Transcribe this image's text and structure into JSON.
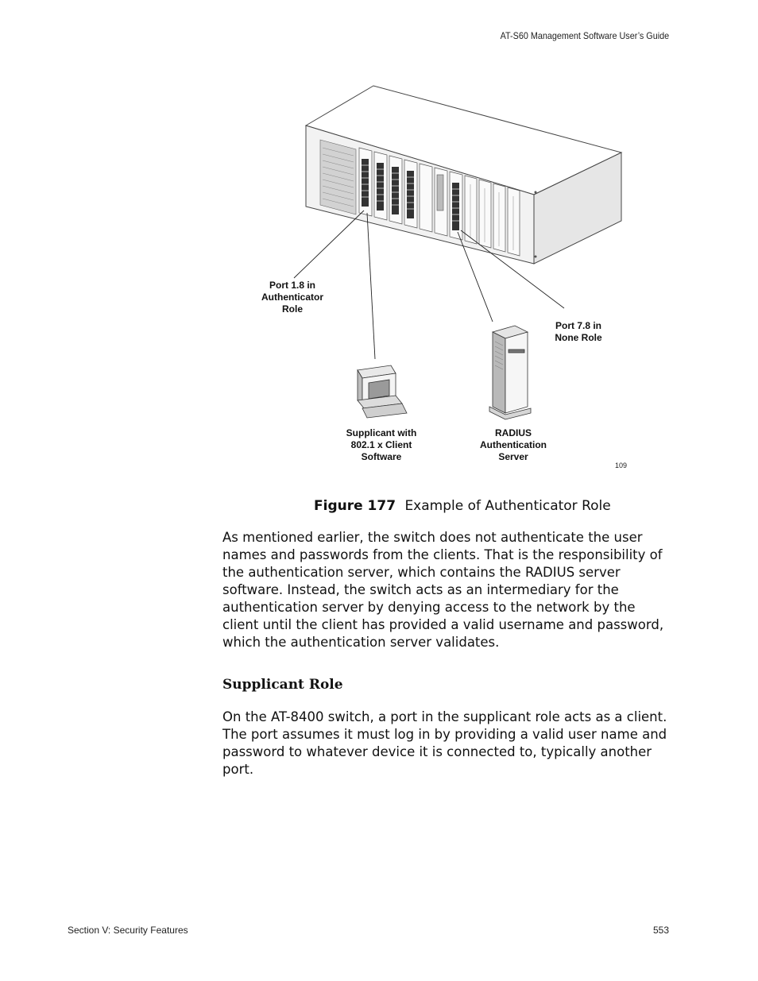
{
  "header": {
    "title": "AT-S60 Management Software User’s Guide"
  },
  "figure": {
    "labels": {
      "port_1_8": "Port 1.8 in\nAuthenticator\nRole",
      "port_7_8": "Port 7.8 in\nNone Role",
      "supplicant": "Supplicant with\n802.1 x Client\nSoftware",
      "radius": "RADIUS\nAuthentication\nServer"
    },
    "figure_id": "109",
    "caption_number": "Figure 177",
    "caption_text": "Example of Authenticator Role"
  },
  "body": {
    "paragraph_1": "As mentioned earlier, the switch does not authenticate the user names and passwords from the clients. That is the responsibility of the authentication server, which contains the RADIUS server software. Instead, the switch acts as an intermediary for the authentication server by denying access to the network by the client until the client has provided a valid username and password, which the authentication server validates.",
    "section_heading": "Supplicant Role",
    "paragraph_2": "On the AT-8400 switch, a port in the supplicant role acts as a client. The port assumes it must log in by providing a valid user name and password to whatever device it is connected to, typically another port."
  },
  "footer": {
    "section": "Section V: Security Features",
    "page_number": "553"
  }
}
